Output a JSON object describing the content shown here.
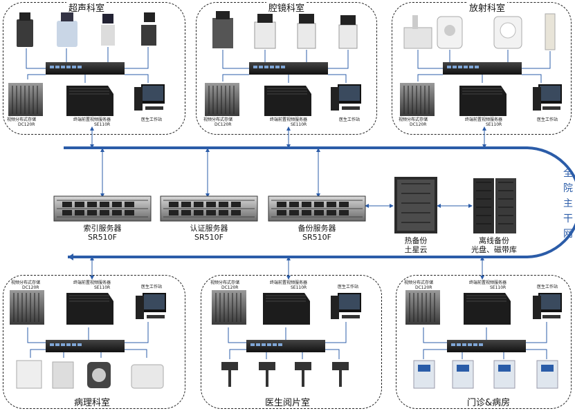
{
  "departments": {
    "ultrasound": {
      "title": "超声科室"
    },
    "endoscopy": {
      "title": "腔镜科室"
    },
    "radiology": {
      "title": "放射科室"
    },
    "pathology": {
      "title": "病理科室"
    },
    "reading_room": {
      "title": "医生阅片室"
    },
    "outpatient": {
      "title": "门诊&病房"
    }
  },
  "device_labels": {
    "storage_line1": "视频分布式存储",
    "storage_line2": "DC120R",
    "server_line1": "终端前置视频服务器",
    "server_line2": "SE110R",
    "workstation": "医生工作站"
  },
  "servers": {
    "index": {
      "name": "索引服务器",
      "model": "SR510F"
    },
    "auth": {
      "name": "认证服务器",
      "model": "SR510F"
    },
    "backup": {
      "name": "备份服务器",
      "model": "SR510F"
    }
  },
  "hot_backup": {
    "line1": "热备份",
    "line2": "土星云"
  },
  "offline_backup": {
    "line1": "离线备份",
    "line2": "光盘、磁带库"
  },
  "backbone": {
    "c1": "全",
    "c2": "院",
    "c3": "主",
    "c4": "干",
    "c5": "网"
  }
}
